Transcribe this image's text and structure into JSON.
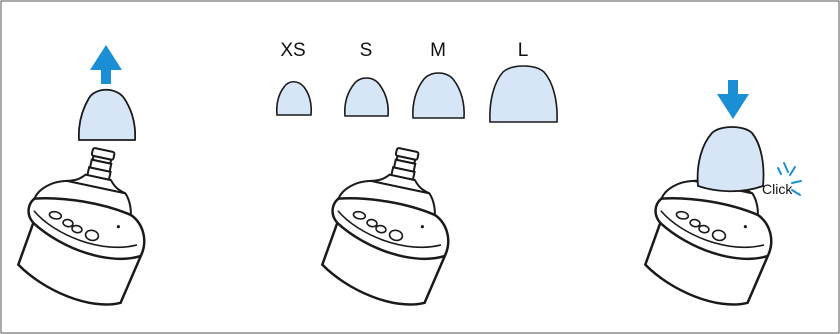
{
  "sizes": [
    {
      "label": "XS"
    },
    {
      "label": "S"
    },
    {
      "label": "M"
    },
    {
      "label": "L"
    }
  ],
  "click_label": "Click",
  "colors": {
    "tip_fill": "#d6e6f7",
    "arrow": "#1a8fd6",
    "sparkle": "#1a8fd6",
    "outline": "#1a1a1a",
    "frame": "#555555"
  },
  "icons": {
    "remove": "arrow-up-icon",
    "attach": "arrow-down-icon",
    "click": "click-sparkle-icon"
  }
}
